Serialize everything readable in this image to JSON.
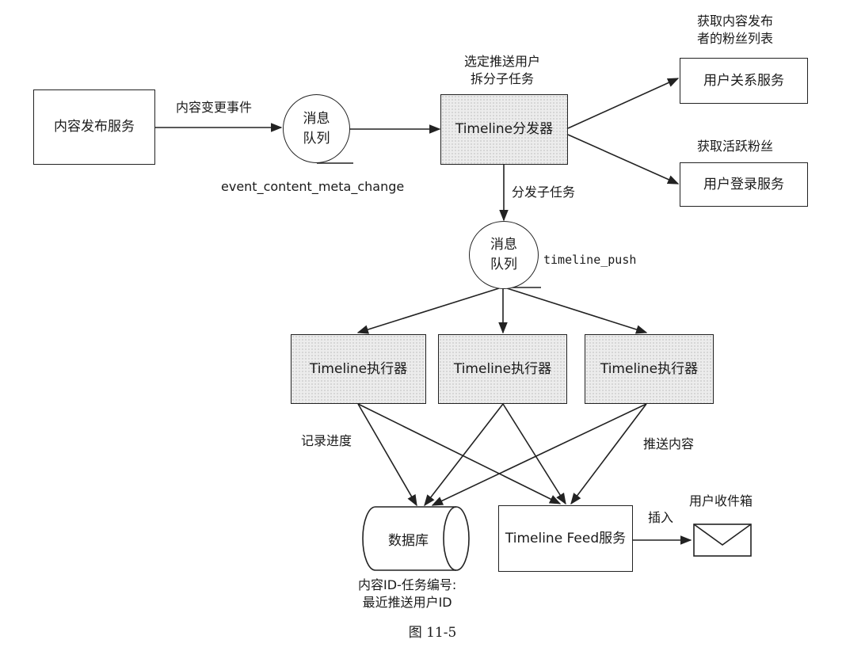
{
  "nodes": {
    "content_publish": "内容发布服务",
    "mq1": [
      "消息",
      "队列"
    ],
    "dispatcher": "Timeline分发器",
    "user_relation": "用户关系服务",
    "user_login": "用户登录服务",
    "mq2": [
      "消息",
      "队列"
    ],
    "executor": [
      "Timeline执行器",
      "Timeline执行器",
      "Timeline执行器"
    ],
    "database": "数据库",
    "feed_service": "Timeline Feed服务",
    "inbox_icon": "envelope-icon"
  },
  "labels": {
    "content_change_event": "内容变更事件",
    "event_topic": "event_content_meta_change",
    "select_users": [
      "选定推送用户",
      "拆分子任务"
    ],
    "get_fans": [
      "获取内容发布",
      "者的粉丝列表"
    ],
    "get_active_fans": "获取活跃粉丝",
    "dispatch_subtask": "分发子任务",
    "push_topic": "timeline_push",
    "record_progress": "记录进度",
    "push_content": "推送内容",
    "insert": "插入",
    "user_inbox": "用户收件箱",
    "db_note": [
      "内容ID-任务编号:",
      "最近推送用户ID"
    ]
  },
  "caption": "图  11-5"
}
